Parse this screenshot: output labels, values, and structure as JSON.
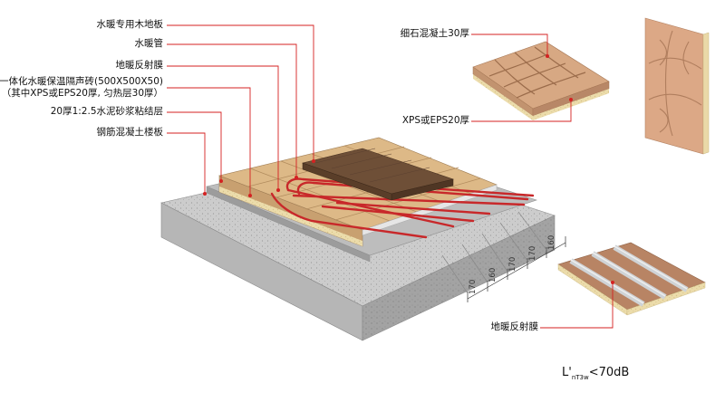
{
  "colors": {
    "leader": "#d42222",
    "pipe": "#c8282a",
    "concrete_top": "#cfcfcf",
    "concrete_side": "#9d9d9d",
    "panel": "#d9b383",
    "wood": "#6e4f37",
    "insulation": "#ebd9a6"
  },
  "left_labels": [
    {
      "text": "水暖专用木地板"
    },
    {
      "text": "水暖管"
    },
    {
      "text": "地暖反射膜"
    },
    {
      "text": "一体化水暖保温隔声砖(500X500X50)"
    },
    {
      "text": "（其中XPS或EPS20厚, 匀热层30厚）"
    },
    {
      "text": "20厚1:2.5水泥砂浆粘结层"
    },
    {
      "text": "钢筋混凝土楼板"
    }
  ],
  "right_labels": {
    "top": "细石混凝土30厚",
    "bottom": "XPS或EPS20厚",
    "film": "地暖反射膜"
  },
  "dimensions": [
    "170",
    "160",
    "170",
    "170",
    "160"
  ],
  "formula": {
    "main": "L'",
    "sub": "nT3w",
    "value": "<70dB"
  }
}
